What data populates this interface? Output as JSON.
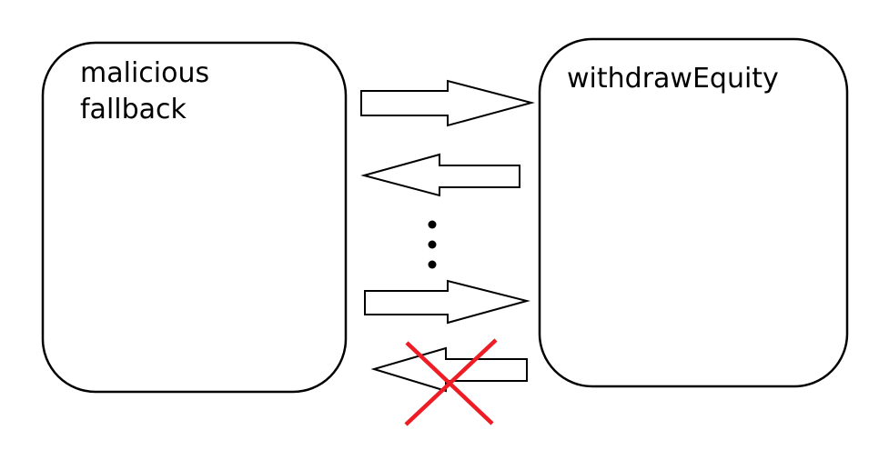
{
  "left_box": {
    "label_line1": "malicious",
    "label_line2": "fallback"
  },
  "right_box": {
    "label": "withdrawEquity"
  },
  "colors": {
    "stroke": "#000000",
    "cross": "#ee1c25",
    "background": "#ffffff"
  }
}
